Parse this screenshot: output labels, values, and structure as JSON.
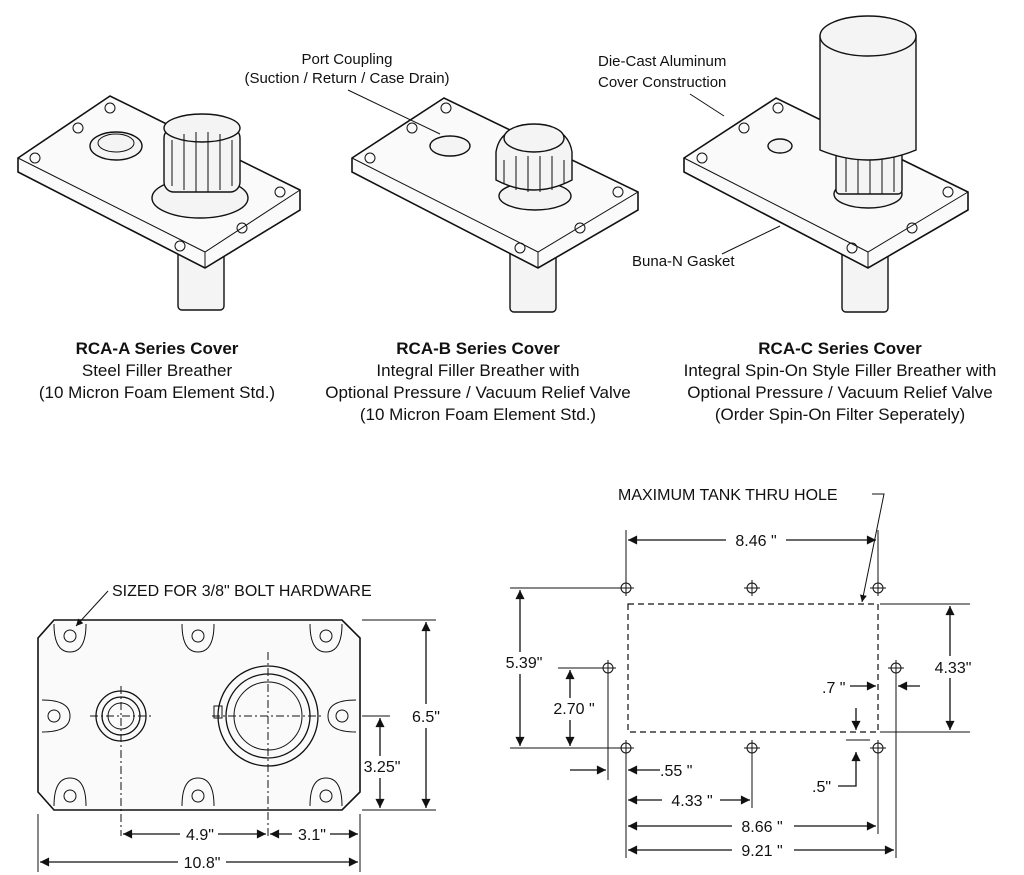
{
  "callouts": {
    "port_coupling_1": "Port  Coupling",
    "port_coupling_2": "(Suction / Return / Case Drain)",
    "die_cast_1": "Die-Cast Aluminum",
    "die_cast_2": "Cover Construction",
    "gasket": "Buna-N Gasket"
  },
  "products": [
    {
      "title": "RCA-A Series Cover",
      "lines": [
        "Steel Filler Breather",
        "(10 Micron Foam Element Std.)"
      ]
    },
    {
      "title": "RCA-B Series Cover",
      "lines": [
        "Integral Filler Breather with",
        "Optional Pressure / Vacuum Relief Valve",
        "(10 Micron Foam Element Std.)"
      ]
    },
    {
      "title": "RCA-C Series Cover",
      "lines": [
        "Integral Spin-On Style Filler Breather with",
        "Optional Pressure / Vacuum Relief Valve",
        "(Order Spin-On Filter Seperately)"
      ]
    }
  ],
  "top_view": {
    "note": "SIZED FOR 3/8\" BOLT HARDWARE",
    "dims": {
      "height": "6.5\"",
      "half_height": "3.25\"",
      "d1": "4.9\"",
      "d2": "3.1\"",
      "width": "10.8\""
    }
  },
  "hole_pattern": {
    "note": "MAXIMUM TANK THRU HOLE",
    "dims": {
      "top": "8.46 \"",
      "left_h": "5.39\"",
      "left_half": "2.70 \"",
      "right_h": "4.33\"",
      "d07": ".7 \"",
      "d055": ".55 \"",
      "d05": ".5\"",
      "d433": "4.33 \"",
      "d866": "8.66 \"",
      "d921": "9.21 \""
    }
  }
}
